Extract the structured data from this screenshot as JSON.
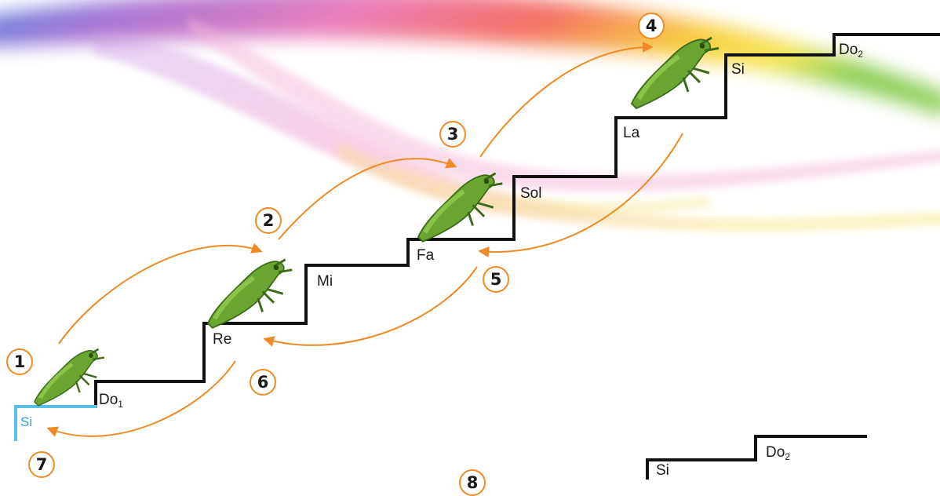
{
  "notes": {
    "si_low": "Si",
    "do1_base": "Do",
    "do1_sub": "1",
    "re": "Re",
    "mi": "Mi",
    "fa": "Fa",
    "sol": "Sol",
    "la": "La",
    "si_high": "Si",
    "do2_base": "Do",
    "do2_sub": "2",
    "si_bottom": "Si",
    "do2_bottom_base": "Do",
    "do2_bottom_sub": "2"
  },
  "steps": {
    "jump_1": "1",
    "jump_2": "2",
    "jump_3": "3",
    "jump_4": "4",
    "jump_5": "5",
    "jump_6": "6",
    "jump_7": "7",
    "partial_8": "8"
  },
  "colors": {
    "stair": "#111111",
    "low_step": "#5bc0e8",
    "arrow": "#f08a24",
    "frog": "#6aa532"
  }
}
